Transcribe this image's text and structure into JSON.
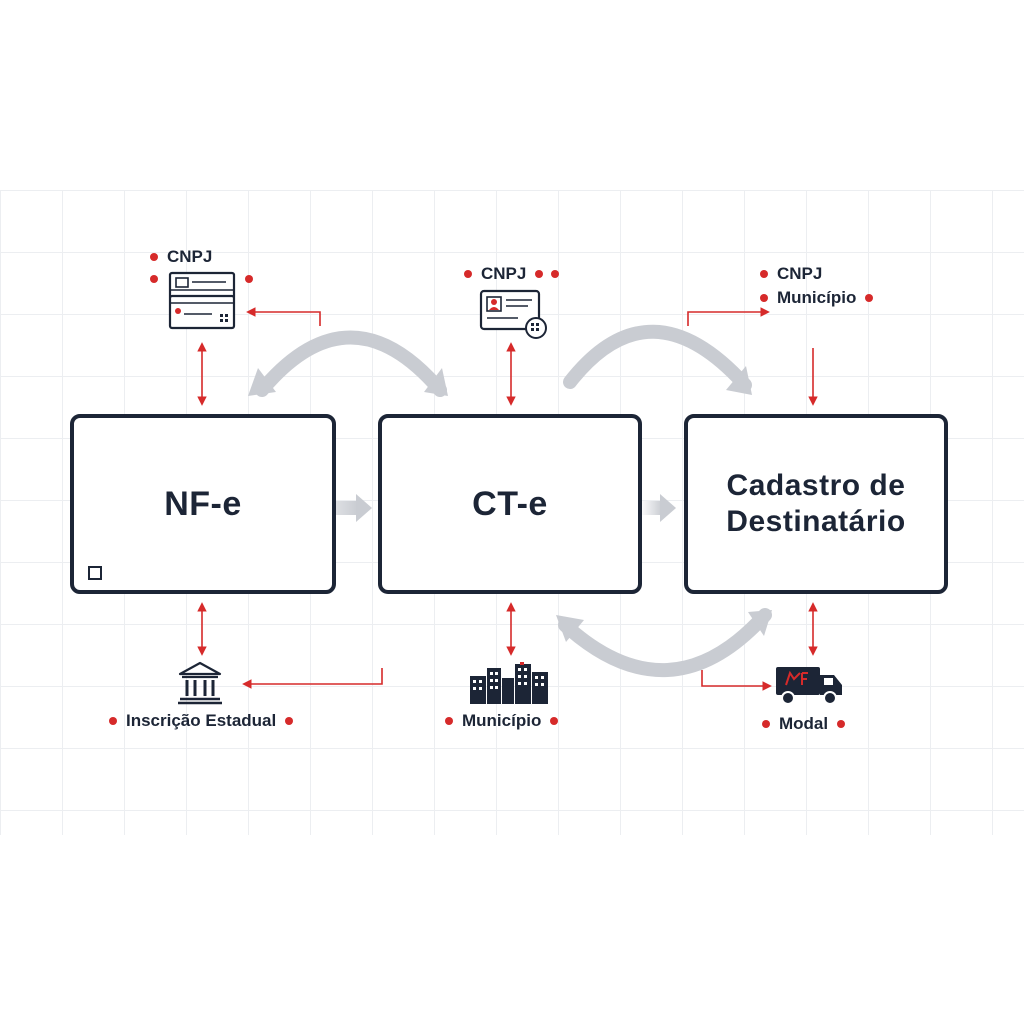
{
  "boxes": {
    "nfe": "NF-e",
    "cte": "CT-e",
    "destinatario_line1": "Cadastro de",
    "destinatario_line2": "Destinatário"
  },
  "labels": {
    "nfe_top": "CNPJ",
    "cte_top": "CNPJ",
    "dest_top_1": "CNPJ",
    "dest_top_2": "Município",
    "nfe_bottom": "Inscrição Estadual",
    "cte_bottom": "Município",
    "dest_bottom": "Modal"
  },
  "icons": {
    "nfe_top": "document-card-icon",
    "cte_top": "id-card-icon",
    "nfe_bottom": "government-building-icon",
    "cte_bottom": "city-buildings-icon",
    "dest_bottom": "delivery-truck-icon"
  },
  "colors": {
    "navy": "#1c2536",
    "accent_red": "#d62a2a",
    "flow_gray": "#c9ccd2",
    "grid": "#eceef1"
  }
}
